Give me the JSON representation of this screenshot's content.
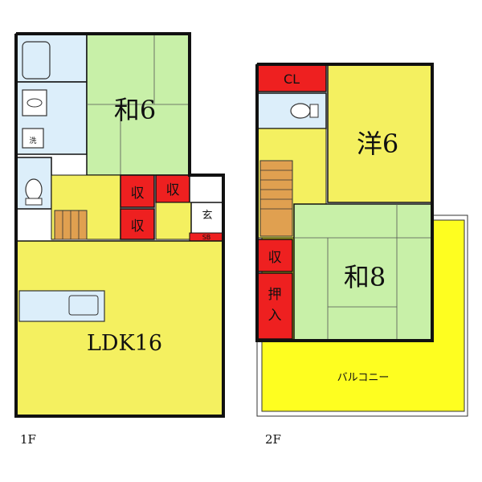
{
  "floors": {
    "first": {
      "label": "1F",
      "rooms": {
        "washitsu6": "和6",
        "ldk": "LDK16",
        "storage_a": "収",
        "storage_b": "収",
        "storage_c": "収",
        "entrance": "玄",
        "shoe_box": "SB",
        "washer": "洗"
      }
    },
    "second": {
      "label": "2F",
      "rooms": {
        "closet": "CL",
        "youshitsu6": "洋6",
        "washitsu8": "和8",
        "storage": "収",
        "oshiire_top": "押",
        "oshiire_bottom": "入",
        "balcony": "バルコニー"
      }
    }
  },
  "colors": {
    "japanese_room": "#c8f0a8",
    "western_room": "#f4f060",
    "ldk": "#f4f060",
    "wet_area": "#dceefa",
    "storage": "#ee2020",
    "stairs": "#e0a050",
    "balcony": "#fefe20",
    "wall": "#111111"
  }
}
